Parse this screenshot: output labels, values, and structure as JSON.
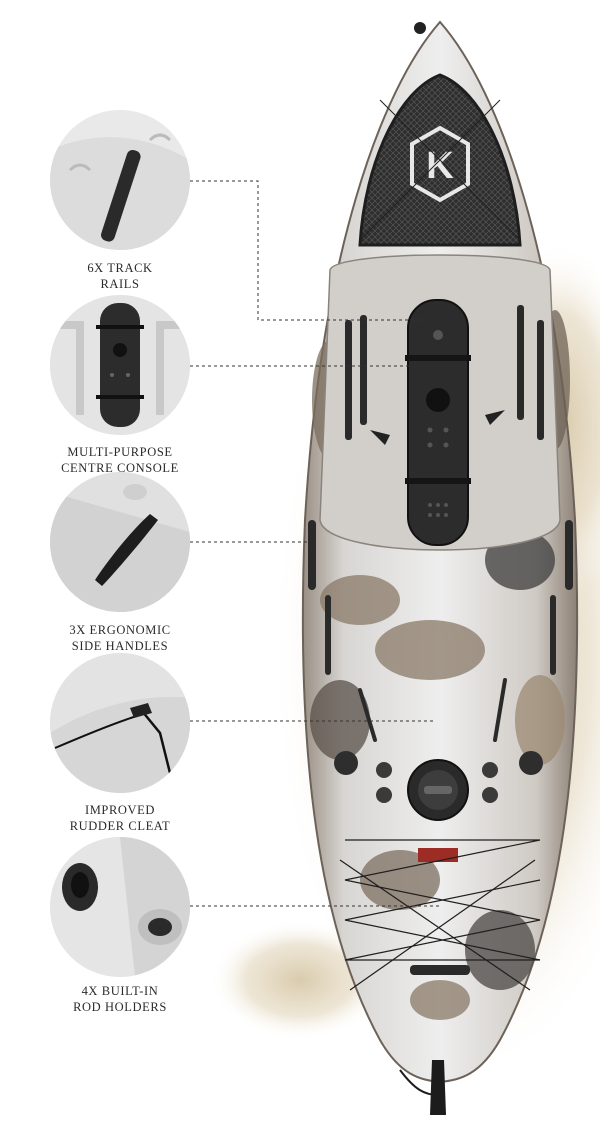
{
  "features": [
    {
      "id": "track-rails",
      "lines": [
        "6X TRACK",
        "RAILS"
      ],
      "icon": "track-rail-icon"
    },
    {
      "id": "centre-console",
      "lines": [
        "MULTI-PURPOSE",
        "CENTRE CONSOLE"
      ],
      "icon": "centre-console-icon"
    },
    {
      "id": "side-handles",
      "lines": [
        "3X ERGONOMIC",
        "SIDE HANDLES"
      ],
      "icon": "side-handle-icon"
    },
    {
      "id": "rudder-cleat",
      "lines": [
        "IMPROVED",
        "RUDDER CLEAT"
      ],
      "icon": "rudder-cleat-icon"
    },
    {
      "id": "rod-holders",
      "lines": [
        "4X BUILT-IN",
        "ROD HOLDERS"
      ],
      "icon": "rod-holder-icon"
    }
  ],
  "kayak": {
    "logo_letter": "K",
    "camo_colors": [
      "#d9d9d9",
      "#8a7a68",
      "#3e3d3d",
      "#f2f2f2"
    ]
  }
}
